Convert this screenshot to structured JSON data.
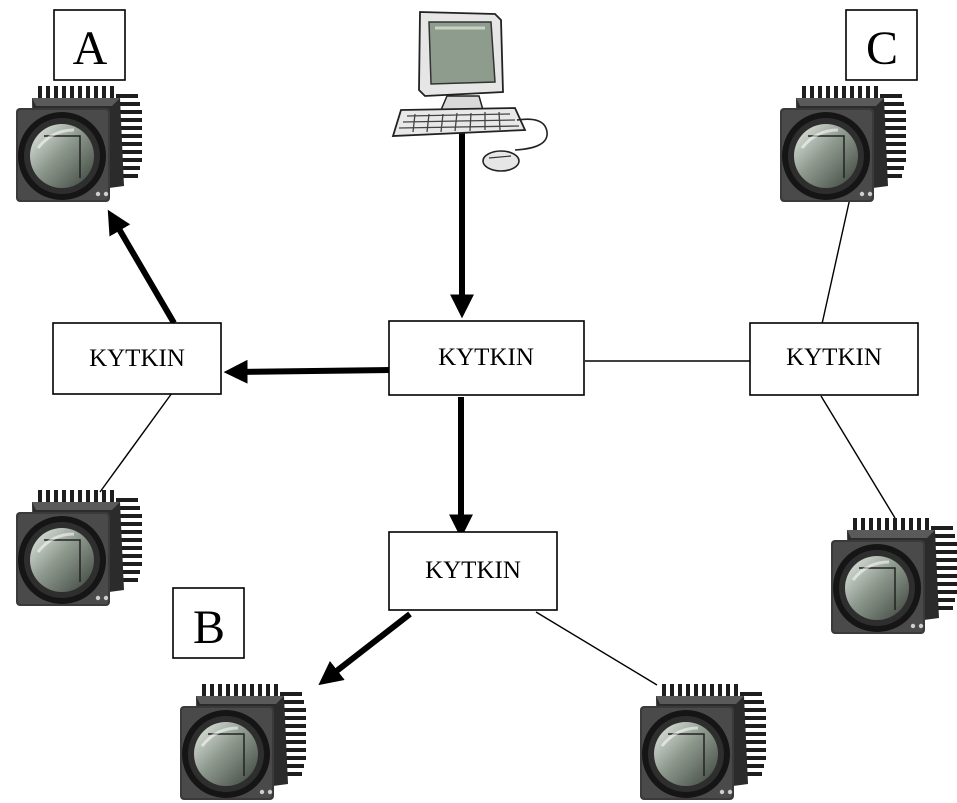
{
  "diagram": {
    "hub_label": "KYTKIN",
    "left_label": "KYTKIN",
    "right_label": "KYTKIN",
    "bottom_label": "KYTKIN",
    "group_a": "A",
    "group_b": "B",
    "group_c": "C",
    "icons": {
      "computer": "computer-icon",
      "camera": "camera-icon"
    },
    "colors": {
      "line": "#000000",
      "background": "#ffffff"
    }
  }
}
